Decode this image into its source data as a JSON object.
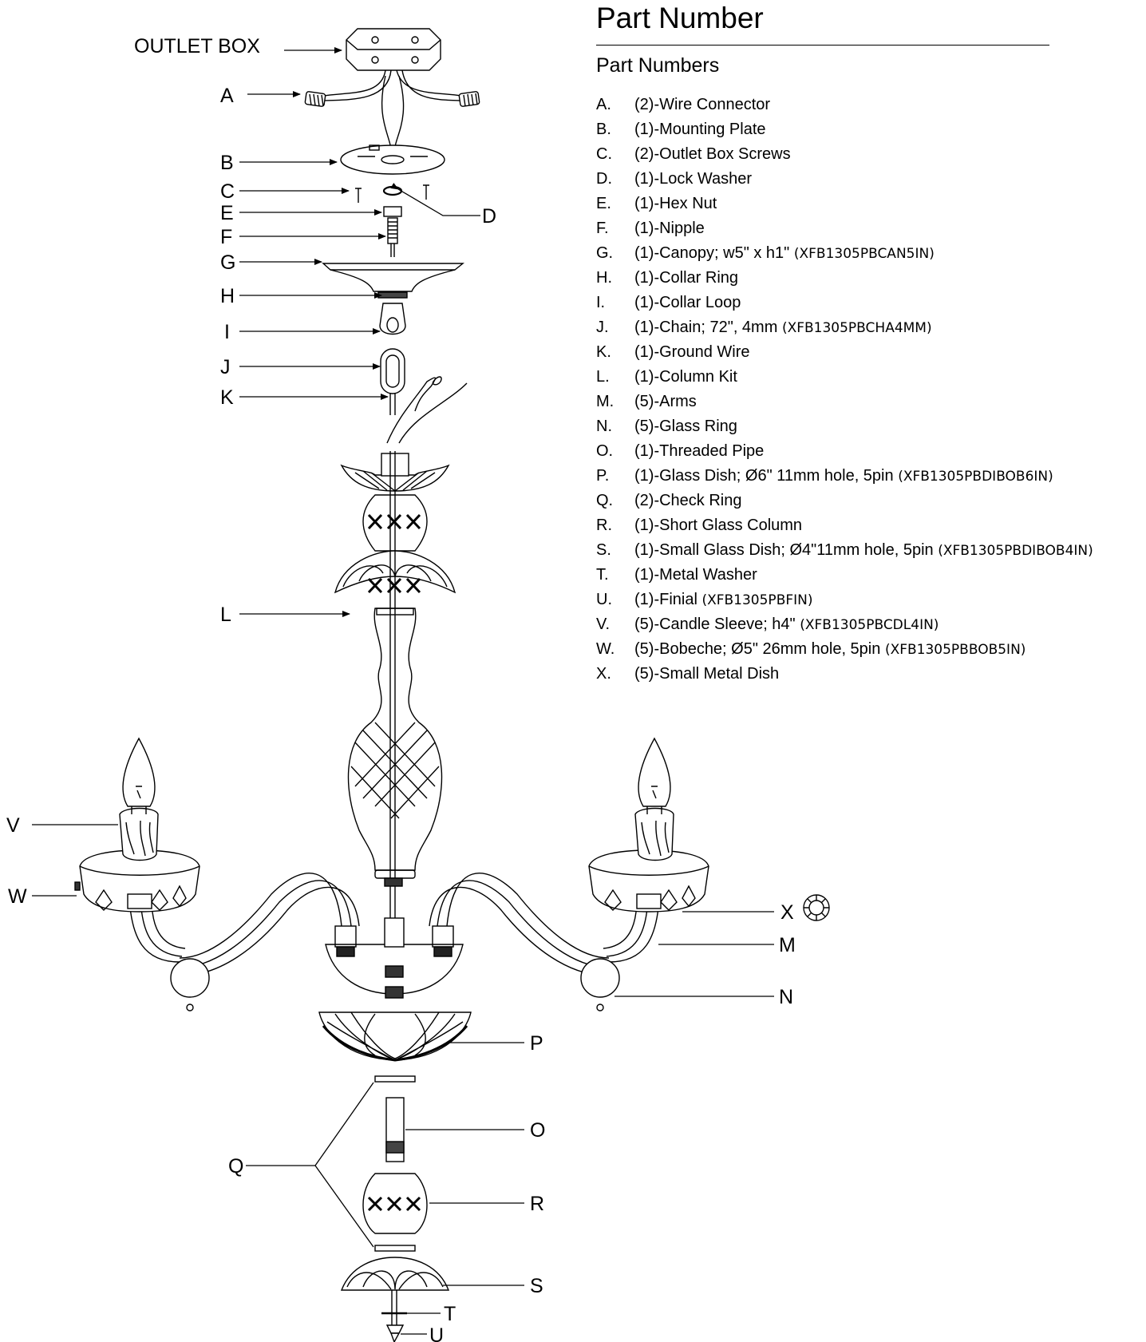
{
  "panel": {
    "title": "Part  Number",
    "subtitle": "Part Numbers"
  },
  "parts": [
    {
      "letter": "A.",
      "desc": "(2)-Wire Connector",
      "code": ""
    },
    {
      "letter": "B.",
      "desc": "(1)-Mounting Plate",
      "code": ""
    },
    {
      "letter": "C.",
      "desc": "(2)-Outlet Box Screws",
      "code": ""
    },
    {
      "letter": "D.",
      "desc": "(1)-Lock Washer",
      "code": ""
    },
    {
      "letter": "E.",
      "desc": "(1)-Hex Nut",
      "code": ""
    },
    {
      "letter": "F.",
      "desc": "(1)-Nipple",
      "code": ""
    },
    {
      "letter": "G.",
      "desc": "(1)-Canopy; w5\" x h1\" ",
      "code": "(XFB1305PBCAN5IN)"
    },
    {
      "letter": "H.",
      "desc": "(1)-Collar Ring",
      "code": ""
    },
    {
      "letter": "I.",
      "desc": "(1)-Collar Loop",
      "code": ""
    },
    {
      "letter": "J.",
      "desc": "(1)-Chain; 72\", 4mm ",
      "code": "(XFB1305PBCHA4MM)"
    },
    {
      "letter": "K.",
      "desc": "(1)-Ground Wire",
      "code": ""
    },
    {
      "letter": "L.",
      "desc": "(1)-Column Kit",
      "code": ""
    },
    {
      "letter": "M.",
      "desc": "(5)-Arms",
      "code": ""
    },
    {
      "letter": "N.",
      "desc": "(5)-Glass Ring",
      "code": ""
    },
    {
      "letter": "O.",
      "desc": "(1)-Threaded Pipe",
      "code": ""
    },
    {
      "letter": "P.",
      "desc": "(1)-Glass Dish; Ø6\" 11mm hole, 5pin ",
      "code": "(XFB1305PBDIBOB6IN)"
    },
    {
      "letter": "Q.",
      "desc": "(2)-Check Ring",
      "code": ""
    },
    {
      "letter": "R.",
      "desc": "(1)-Short Glass Column",
      "code": ""
    },
    {
      "letter": "S.",
      "desc": "(1)-Small Glass Dish; Ø4\"11mm hole, 5pin ",
      "code": "(XFB1305PBDIBOB4IN)"
    },
    {
      "letter": "T.",
      "desc": "(1)-Metal Washer",
      "code": ""
    },
    {
      "letter": "U.",
      "desc": "(1)-Finial ",
      "code": "(XFB1305PBFIN)"
    },
    {
      "letter": "V.",
      "desc": "(5)-Candle Sleeve; h4\" ",
      "code": "(XFB1305PBCDL4IN)"
    },
    {
      "letter": "W.",
      "desc": "(5)-Bobeche; Ø5\" 26mm hole, 5pin ",
      "code": "(XFB1305PBBOB5IN)"
    },
    {
      "letter": "X.",
      "desc": "(5)-Small Metal Dish",
      "code": ""
    }
  ],
  "callouts": {
    "outlet_box": "OUTLET BOX",
    "A": "A",
    "B": "B",
    "C": "C",
    "D": "D",
    "E": "E",
    "F": "F",
    "G": "G",
    "H": "H",
    "I": "I",
    "J": "J",
    "K": "K",
    "L": "L",
    "M": "M",
    "N": "N",
    "O": "O",
    "P": "P",
    "Q": "Q",
    "R": "R",
    "S": "S",
    "T": "T",
    "U": "U",
    "V": "V",
    "W": "W",
    "X": "X"
  }
}
